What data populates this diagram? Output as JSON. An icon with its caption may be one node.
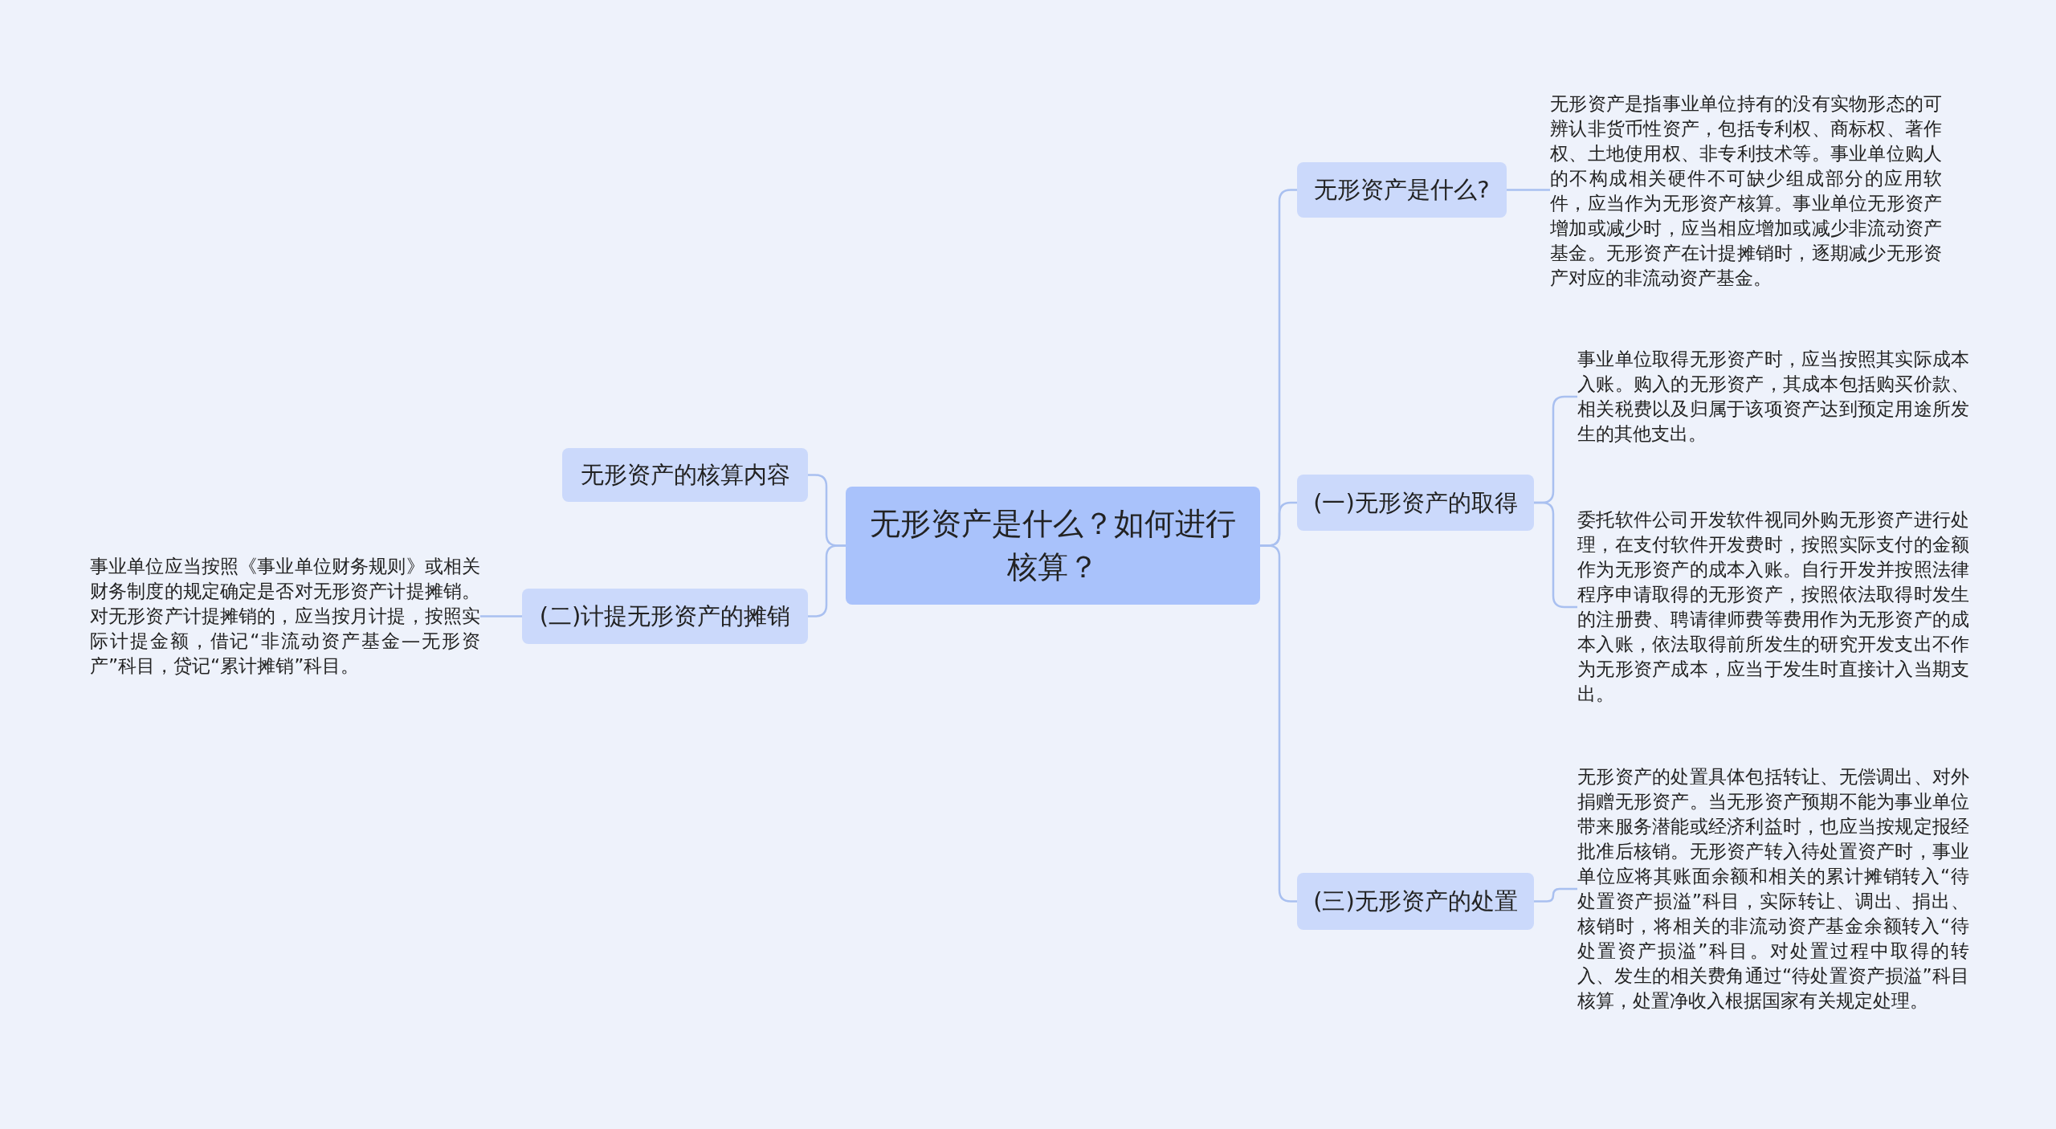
{
  "diagram": {
    "nodes": [
      {
        "text": [
          "无形资产是什么？如何进行核算？"
        ]
      },
      {
        "text": [
          "无形资产的核算内容"
        ]
      },
      {
        "text": [
          "(二)计提无形资产的摊销"
        ]
      },
      {
        "text": [
          "事业单位应当按照《事业单位财务规则》或相关财务制度的规定确定是否对无形资产计提摊销。对无形资产计提摊销的，应当按月计提，按照实际计提金额，借记“非流动资产基金—无形资产”科目，贷记“累计摊销”科目。"
        ]
      },
      {
        "text": [
          "无形资产是什么?"
        ]
      },
      {
        "text": [
          "无形资产是指事业单位持有的没有实物形态的可辨认非货币性资产，包括专利权、商标权、著作权、土地使用权、非专利技术等。事业单位购人的不构成相关硬件不可缺少组成部分的应用软件，应当作为无形资产核算。事业单位无形资产增加或减少时，应当相应增加或减少非流动资产基金。无形资产在计提摊销时，逐期减少无形资产对应的非流动资产基金。"
        ]
      },
      {
        "text": [
          "(一)无形资产的取得"
        ]
      },
      {
        "text": [
          "事业单位取得无形资产时，应当按照其实际成本入账。购入的无形资产，其成本包括购买价款、相关税费以及归属于该项资产达到预定用途所发生的其他支出。"
        ]
      },
      {
        "text": [
          "委托软件公司开发软件视同外购无形资产进行处理，在支付软件开发费时，按照实际支付的金额作为无形资产的成本入账。自行开发并按照法律程序申请取得的无形资产，按照依法取得时发生的注册费、聘请律师费等费用作为无形资产的成本入账，依法取得前所发生的研究开发支出不作为无形资产成本，应当于发生时直接计入当期支出。"
        ]
      },
      {
        "text": [
          "(三)无形资产的处置"
        ]
      },
      {
        "text": [
          "无形资产的处置具体包括转让、无偿调出、对外捐赠无形资产。当无形资产预期不能为事业单位带来服务潜能或经济利益时，也应当按规定报经批准后核销。无形资产转入待处置资产时，事业单位应将其账面余额和相关的累计摊销转入“待处置资产损溢”科目，实际转让、调出、捐出、核销时，将相关的非流动资产基金余额转入“待处置资产损溢”科目。对处置过程中取得的转入、发生的相关费角通过“待处置资产损溢”科目核算，处置净收入根据国家有关规定处理。"
        ]
      }
    ],
    "edges": [
      {
        "from": 0,
        "to": 1,
        "arrow": "none"
      },
      {
        "from": 0,
        "to": 2,
        "arrow": "none"
      },
      {
        "from": 2,
        "to": 3,
        "arrow": "none"
      },
      {
        "from": 0,
        "to": 4,
        "arrow": "none"
      },
      {
        "from": 4,
        "to": 5,
        "arrow": "none"
      },
      {
        "from": 0,
        "to": 6,
        "arrow": "none"
      },
      {
        "from": 6,
        "to": 7,
        "arrow": "none"
      },
      {
        "from": 6,
        "to": 8,
        "arrow": "none"
      },
      {
        "from": 0,
        "to": 9,
        "arrow": "none"
      },
      {
        "from": 9,
        "to": 10,
        "arrow": "none"
      }
    ]
  }
}
